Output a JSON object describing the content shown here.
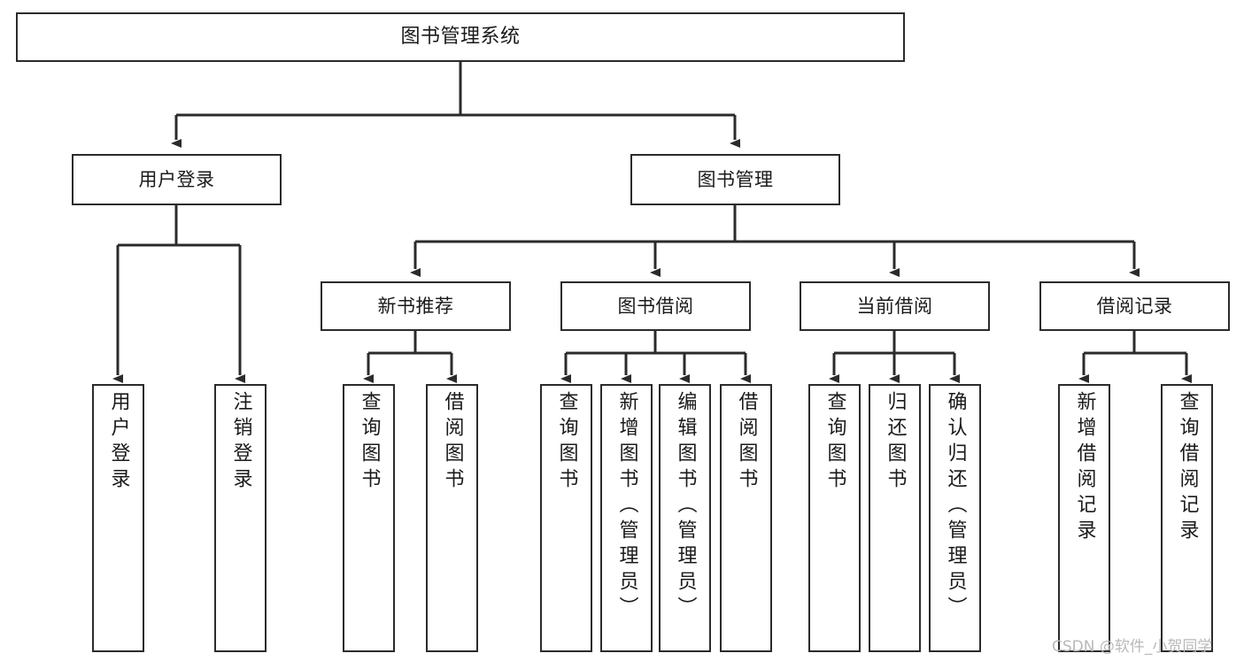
{
  "diagram": {
    "type": "tree-hierarchy",
    "title": "图书管理系统",
    "orientation": "top-down",
    "line_color": "#2b2b2b",
    "box_fill": "#ffffff",
    "text_color": "#1a1a1a",
    "watermark": "CSDN @软件_小贺同学",
    "watermark_color": "#b9b9b9"
  },
  "nodes": {
    "root": {
      "label": "图书管理系统"
    },
    "level1": [
      {
        "id": "user-login",
        "label": "用户登录"
      },
      {
        "id": "book-manage",
        "label": "图书管理"
      }
    ],
    "level2": [
      {
        "id": "new-book-recommend",
        "label": "新书推荐"
      },
      {
        "id": "book-borrow",
        "label": "图书借阅"
      },
      {
        "id": "current-borrow",
        "label": "当前借阅"
      },
      {
        "id": "borrow-record",
        "label": "借阅记录"
      }
    ],
    "leaves": [
      {
        "id": "leaf-user-login",
        "label": "用户登录",
        "parent": "user-login"
      },
      {
        "id": "leaf-logout",
        "label": "注销登录",
        "parent": "user-login"
      },
      {
        "id": "leaf-query-book-1",
        "label": "查询图书",
        "parent": "new-book-recommend"
      },
      {
        "id": "leaf-borrow-book-1",
        "label": "借阅图书",
        "parent": "new-book-recommend"
      },
      {
        "id": "leaf-query-book-2",
        "label": "查询图书",
        "parent": "book-borrow"
      },
      {
        "id": "leaf-add-book",
        "label": "新增图书（管理员）",
        "parent": "book-borrow"
      },
      {
        "id": "leaf-edit-book",
        "label": "编辑图书（管理员）",
        "parent": "book-borrow"
      },
      {
        "id": "leaf-borrow-book-2",
        "label": "借阅图书",
        "parent": "book-borrow"
      },
      {
        "id": "leaf-query-book-3",
        "label": "查询图书",
        "parent": "current-borrow"
      },
      {
        "id": "leaf-return-book",
        "label": "归还图书",
        "parent": "current-borrow"
      },
      {
        "id": "leaf-confirm-return",
        "label": "确认归还（管理员）",
        "parent": "current-borrow"
      },
      {
        "id": "leaf-add-record",
        "label": "新增借阅记录",
        "parent": "borrow-record"
      },
      {
        "id": "leaf-query-record",
        "label": "查询借阅记录",
        "parent": "borrow-record"
      }
    ]
  }
}
